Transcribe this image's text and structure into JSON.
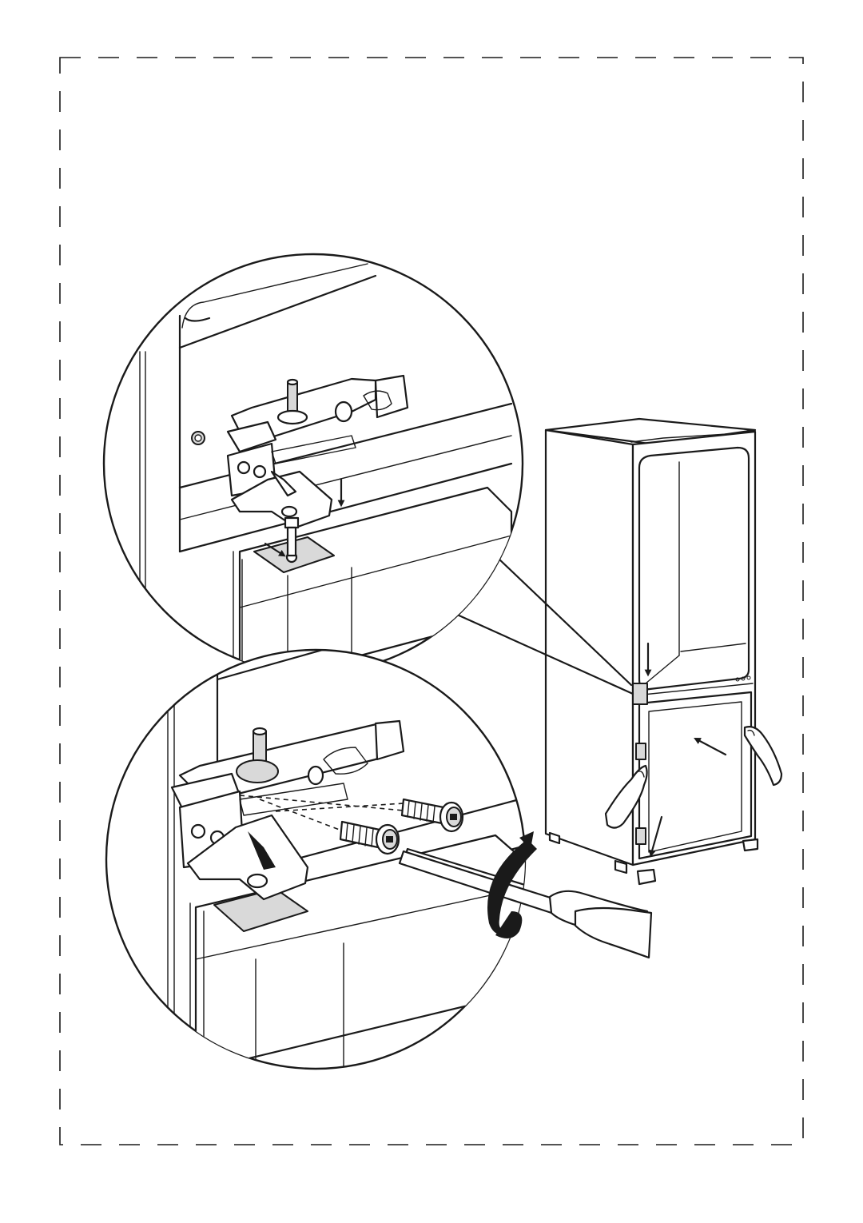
{
  "page": {
    "background": "#ffffff",
    "line_color": "#1a1a1a",
    "shade_color": "#d9d9d9"
  },
  "illustration": {
    "elements": [
      "dashed-cut-border",
      "refrigerator",
      "hinge-detail-top",
      "hinge-detail-bottom",
      "screwdriver",
      "hands",
      "direction-arrows",
      "rotation-arrow"
    ]
  }
}
